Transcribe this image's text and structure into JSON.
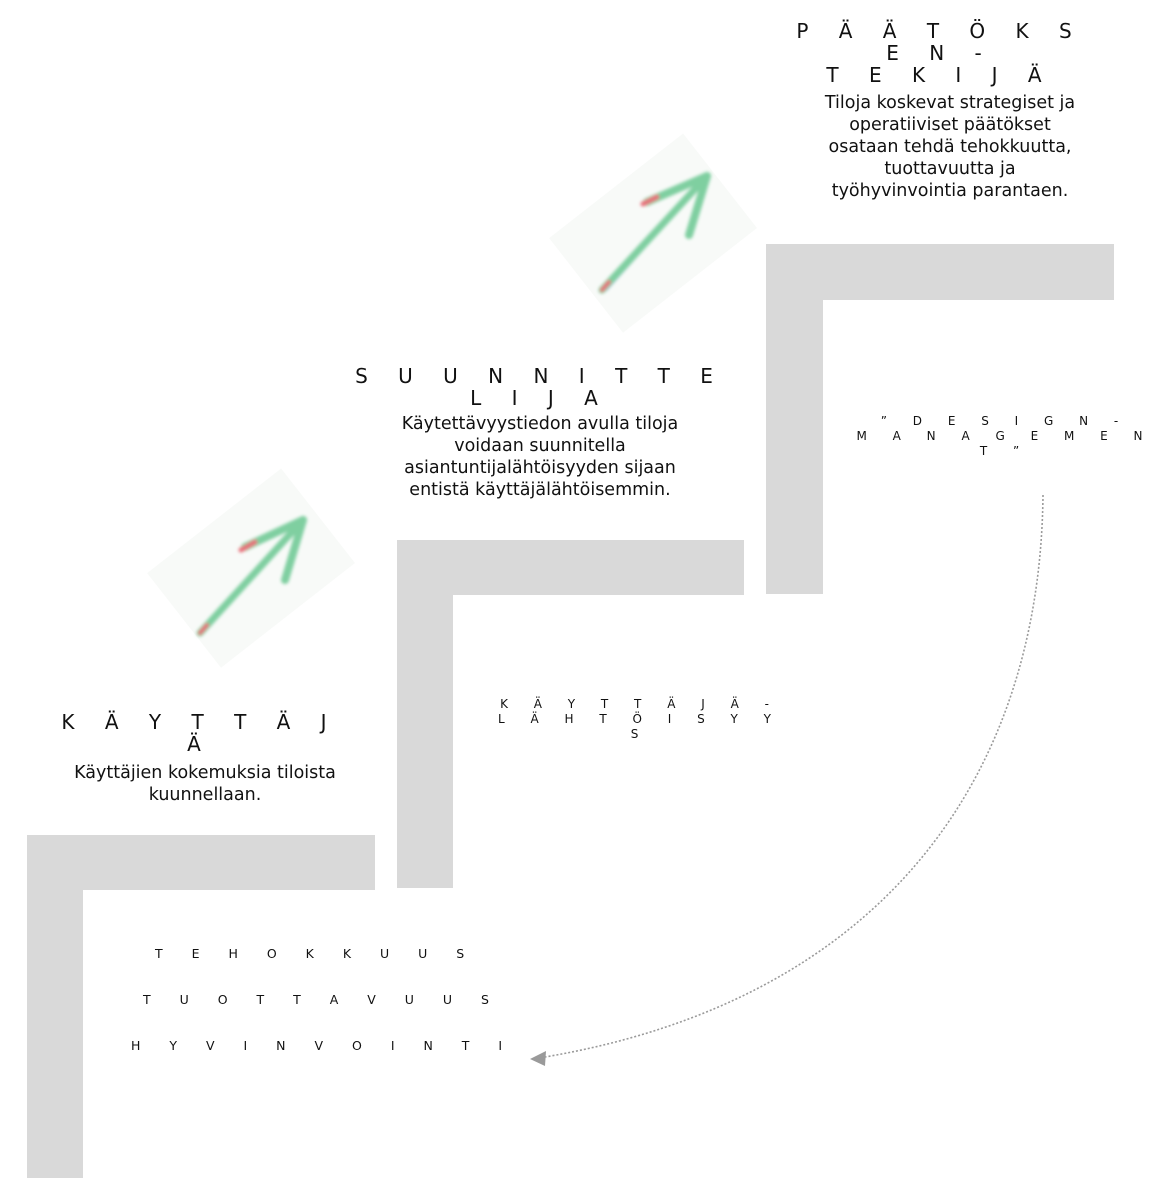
{
  "levels": [
    {
      "title": "K Ä Y T T Ä J Ä",
      "description": "Käyttäjien kokemuksia tiloista\nkuunnellaan."
    },
    {
      "title": "S U U N N I T T E L I J A",
      "description": "Käytettävyystiedon avulla tiloja\nvoidaan suunnitella\nasiantuntijalähtöisyyden sijaan\nentistä käyttäjälähtöisemmin."
    },
    {
      "title": "P Ä Ä T Ö K S E N -\nT E K I J Ä",
      "description": "Tiloja koskevat strategiset ja\noperatiiviset päätökset\nosataan tehdä tehokkuutta,\ntuottavuutta ja\ntyöhyvinvointia parantaen."
    }
  ],
  "step_labels": {
    "kayttajalahtoisyys": "K Ä Y T T Ä J Ä -\nL Ä H T Ö I S Y Y S",
    "design_management": "” D E S I G N -\nM A N A G E M E N T ”"
  },
  "outcomes": [
    "T E H O K K U U S",
    "T U O T T A V U U S",
    "H Y V I N V O I N T I"
  ],
  "colors": {
    "step": "#d9d9d9",
    "arrow_shaft": "#7fcfa0",
    "arrow_tail": "#e8707a",
    "arrow_glow": "#8fa8e0",
    "curve": "#9a9a9a"
  },
  "icons": {
    "growth_arrow": "up-right-arrow-icon"
  }
}
